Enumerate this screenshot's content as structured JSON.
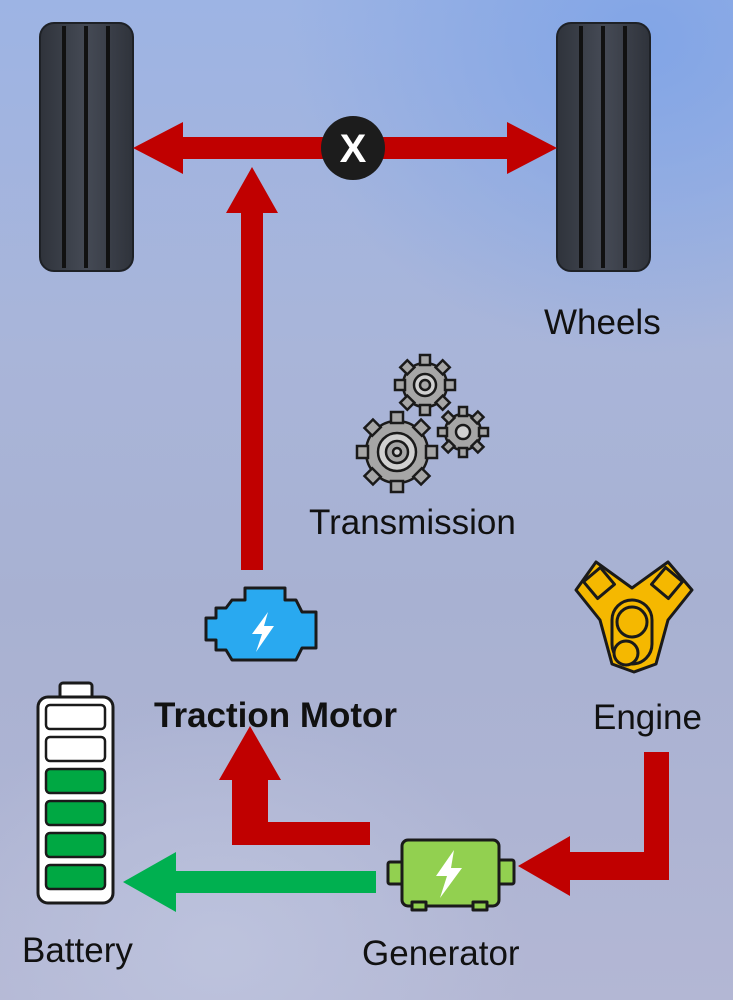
{
  "labels": {
    "wheels": "Wheels",
    "transmission": "Transmission",
    "traction_motor": "Traction Motor",
    "engine": "Engine",
    "battery": "Battery",
    "generator": "Generator",
    "axle_marker": "X"
  },
  "colors": {
    "power_flow": "#c00000",
    "charge_flow": "#00b050",
    "tire": "#3a3f4a",
    "motor": "#29a9f0",
    "engine": "#f5b800",
    "generator": "#92d050",
    "battery_cell": "#00a843",
    "gear": "#a6a6a6"
  },
  "icons": {
    "wheels": "tire-icon",
    "transmission": "gears-icon",
    "traction_motor": "electric-motor-icon",
    "engine": "engine-icon",
    "generator": "generator-icon",
    "battery": "battery-icon"
  },
  "battery": {
    "cells_total": 6,
    "cells_charged": 4
  }
}
